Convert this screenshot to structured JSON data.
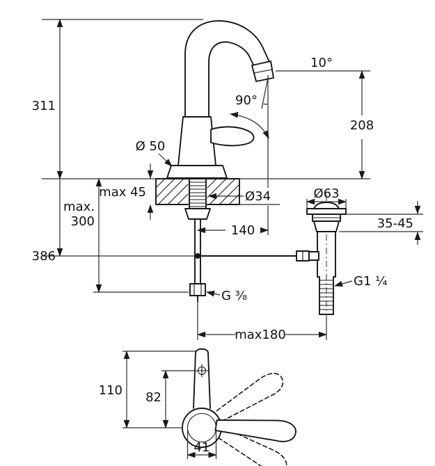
{
  "drawing": {
    "type": "faucet-dimensional-drawing",
    "line_color": "#161616",
    "background": "#ffffff",
    "side_view": {
      "height_overall": "311",
      "height_total": "386",
      "hose_max_line1": "max.",
      "hose_max_line2": "300",
      "deck_thickness_max": "max 45",
      "base_diameter": "Ø 50",
      "hole_diameter": "Ø34",
      "spout_reach": "140",
      "outlet_height": "208",
      "outlet_angle": "10°",
      "swivel_angle": "90°",
      "supply_thread": "G ³⁄₈"
    },
    "drain": {
      "flange_diameter": "Ø63",
      "clamp_range": "35-45",
      "thread": "G1 ¹⁄₄",
      "max_center_distance": "max180"
    },
    "top_view": {
      "reach_to_tip": "110",
      "reach_to_outlet": "82",
      "body_diameter": "41"
    }
  }
}
